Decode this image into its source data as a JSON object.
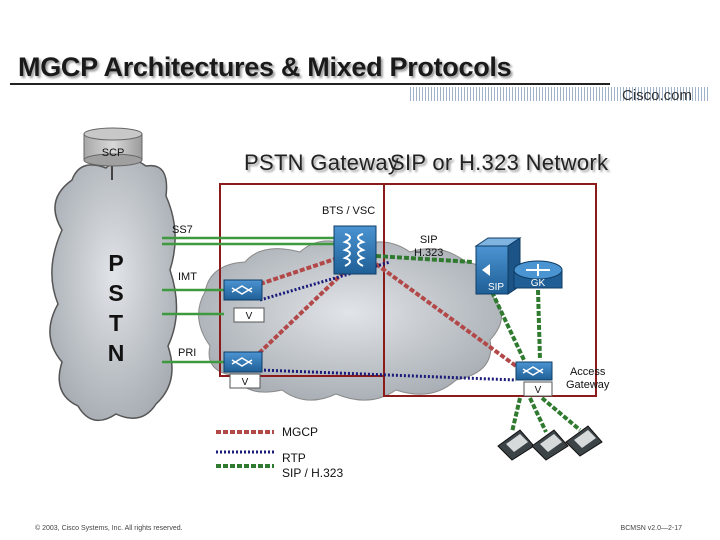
{
  "slide": {
    "title": "MGCP Architectures & Mixed Protocols",
    "brand": "Cisco.com",
    "copyright": "© 2003, Cisco Systems, Inc. All rights reserved.",
    "course_code": "BCMSN v2.0—2-17"
  },
  "network": {
    "scp_label": "SCP",
    "pstn_gateway_title": "PSTN Gateway",
    "sip_network_title": "SIP or H.323 Network",
    "bts_label": "BTS / VSC",
    "ss7_label": "SS7",
    "imt_label": "IMT",
    "pri_label": "PRI",
    "sip_h323_label_line1": "SIP",
    "sip_h323_label_line2": "H.323",
    "pstn_letters": [
      "P",
      "S",
      "T",
      "N"
    ],
    "gateway_v_label": "V",
    "sip_server_label": "SIP",
    "gatekeeper_label": "GK",
    "access_gateway_line1": "Access",
    "access_gateway_line2": "Gateway"
  },
  "legend": {
    "mgcp": "MGCP",
    "rtp": "RTP",
    "sip_h323": "SIP / H.323"
  },
  "colors": {
    "mgcp_line": "#b24848",
    "rtp_line": "#1a1a7a",
    "sip_line": "#2f7a2f",
    "trunk_line": "#3f9a3f",
    "router_blue": "#2a76b8"
  }
}
